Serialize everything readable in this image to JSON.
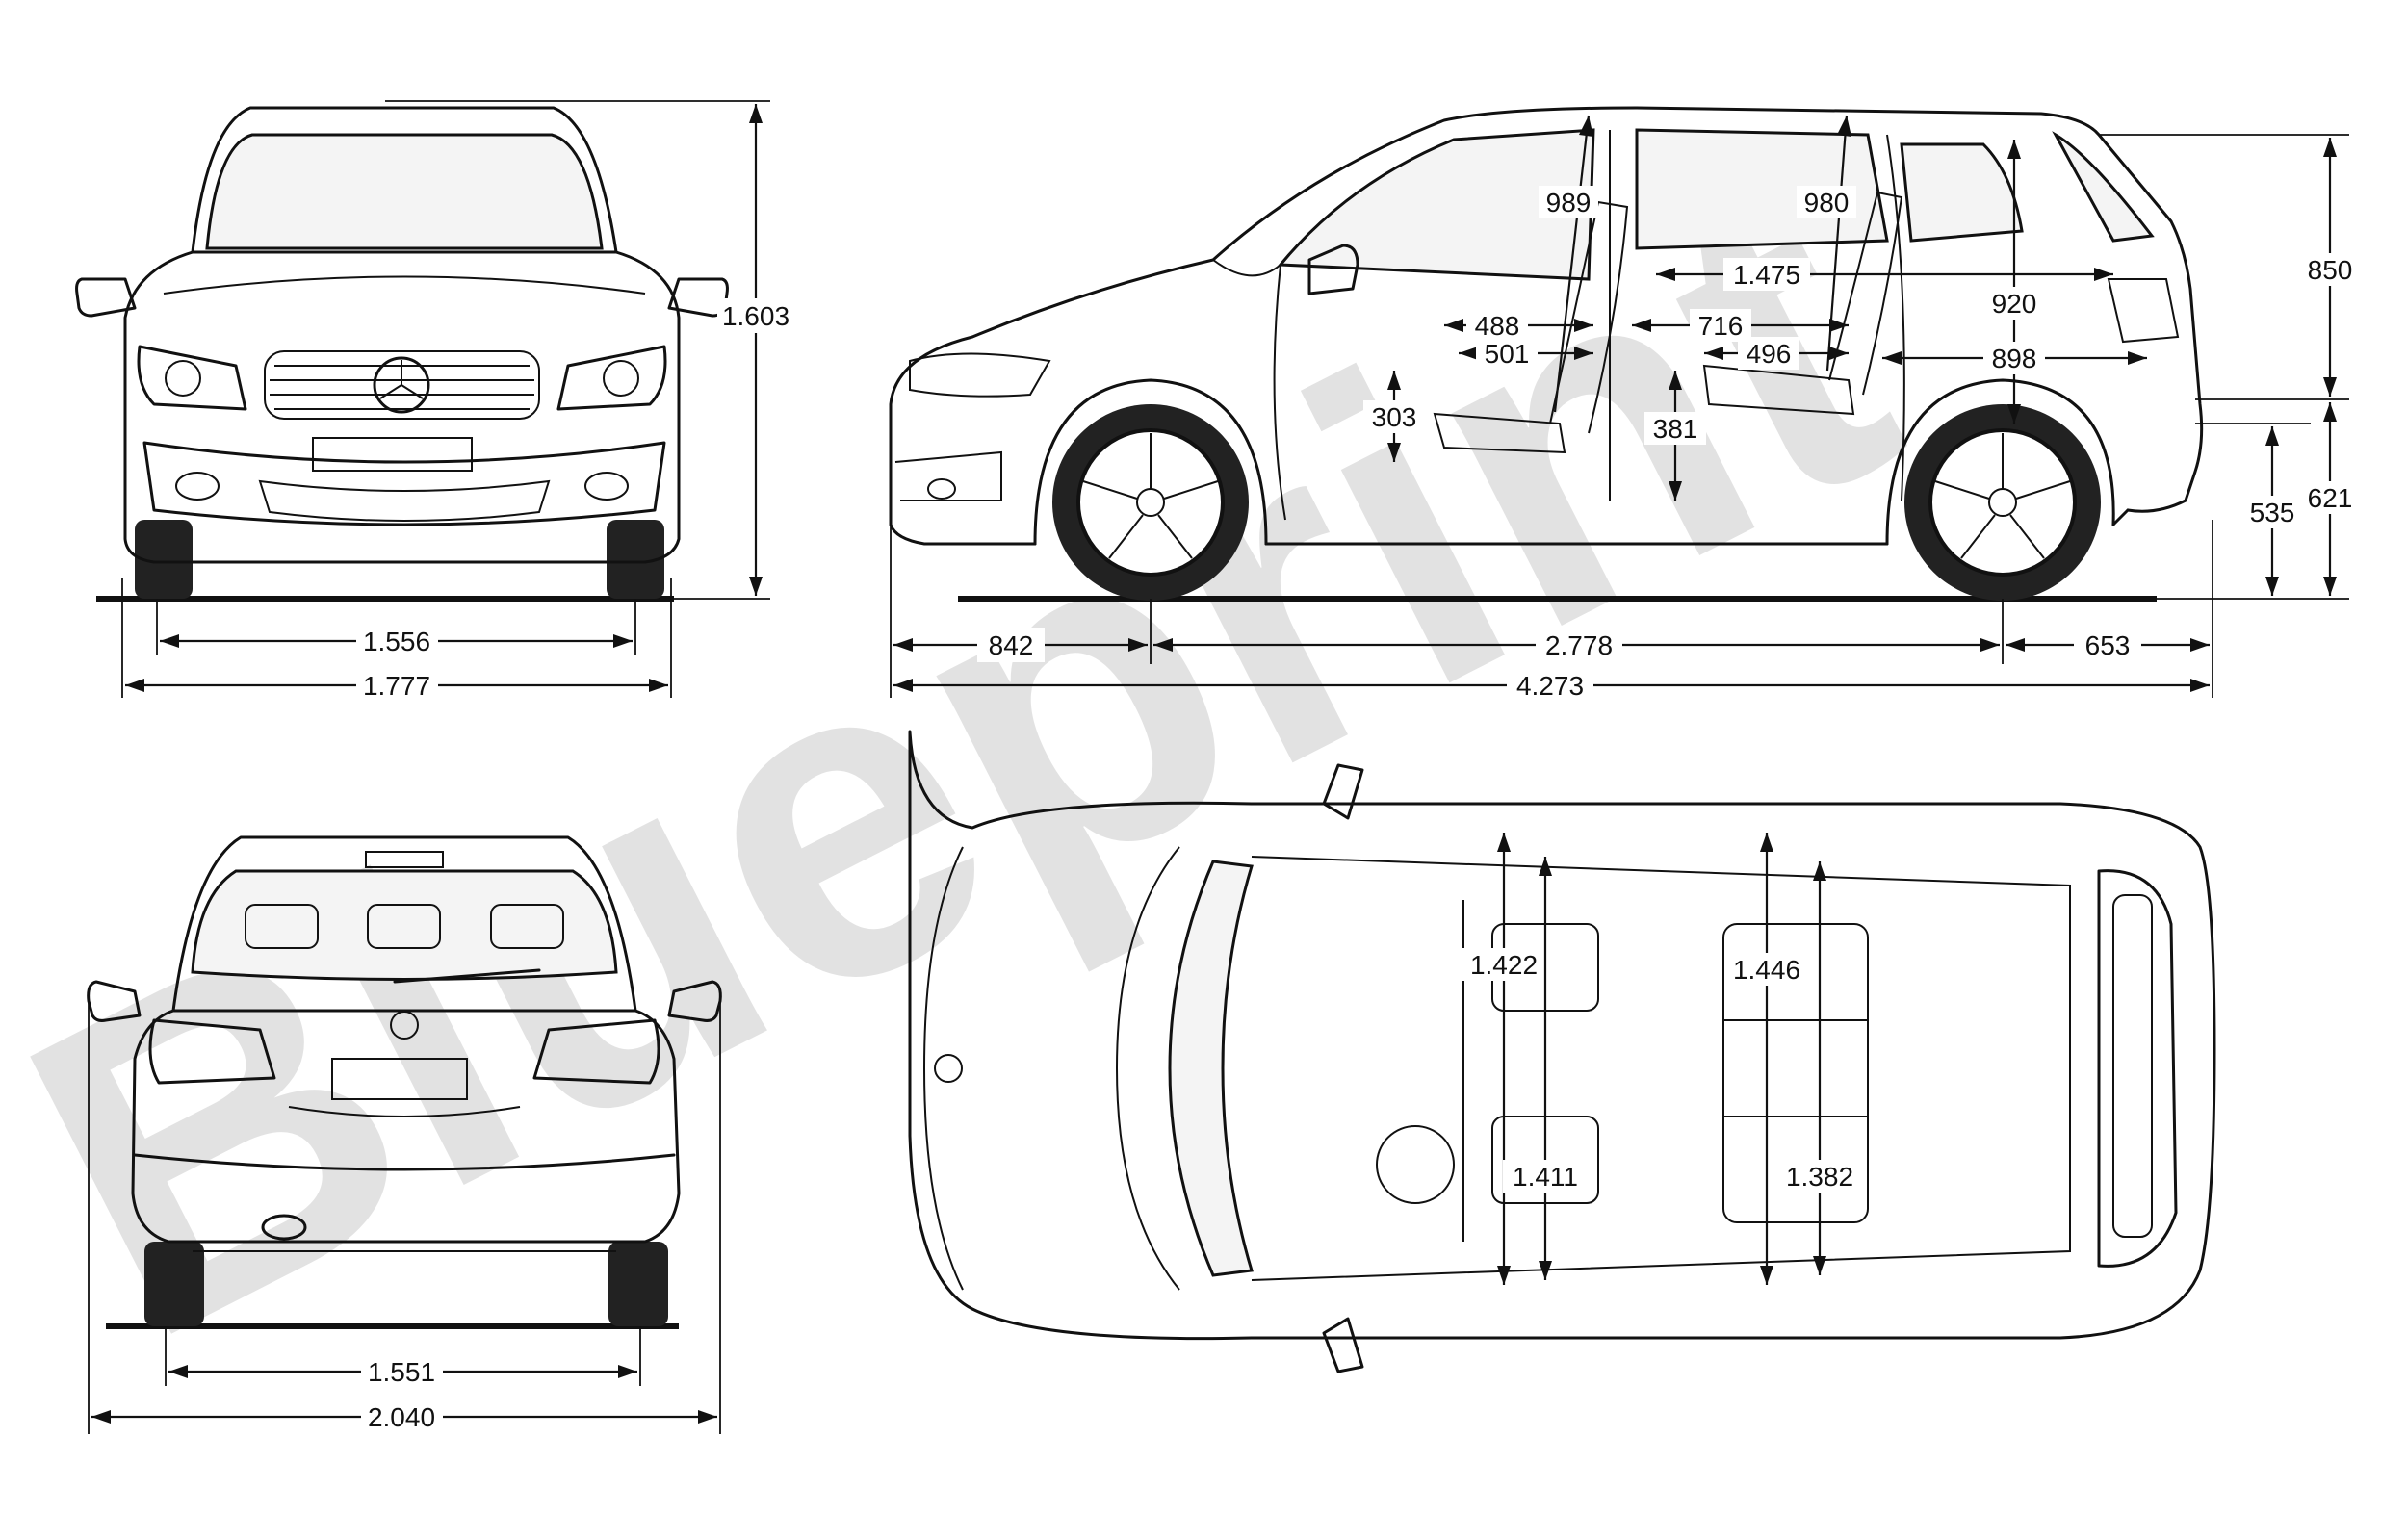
{
  "watermark": {
    "text": "Blueprint",
    "color": "#cccccc"
  },
  "views": {
    "front": {
      "track": "1.556",
      "width": "1.777",
      "height": "1.603"
    },
    "side": {
      "headroom_front": "989",
      "headroom_rear": "980",
      "overall_interior": "1.475",
      "cargo_height": "920",
      "cargo_length": "898",
      "front_seat_depth": "488",
      "front_cushion": "501",
      "rear_legroom": "716",
      "rear_cushion": "496",
      "front_seat_height": "303",
      "rear_seat_height": "381",
      "tailgate_height": "850",
      "sill_height": "535",
      "bumper_height": "621",
      "front_overhang": "842",
      "wheelbase": "2.778",
      "rear_overhang": "653",
      "length": "4.273"
    },
    "rear": {
      "track": "1.551",
      "width_mirrors": "2.040"
    },
    "top": {
      "front_shoulder": "1.422",
      "rear_shoulder": "1.446",
      "front_hip": "1.411",
      "rear_hip": "1.382"
    }
  }
}
